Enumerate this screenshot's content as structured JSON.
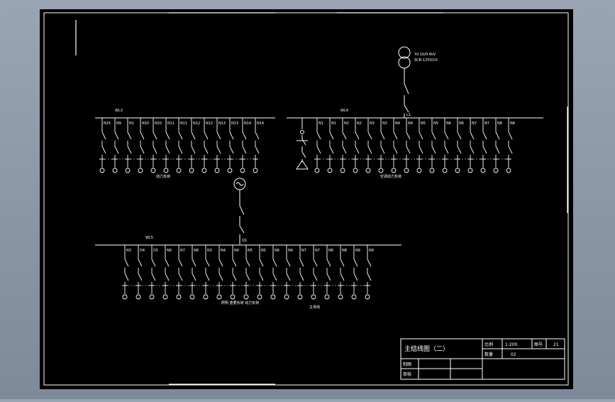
{
  "colors": {
    "viewport_bg": "#8a96a5",
    "sheet_bg": "#000000",
    "line": "#ffffff"
  },
  "transformer": {
    "spec_line1": "Yd 10/0.4kV",
    "spec_line2": "SCB-1250/10"
  },
  "top_left_bus": {
    "bus_label": "WL3",
    "feeders": [
      "N15",
      "N9",
      "N1",
      "N10",
      "N10",
      "N11",
      "N11",
      "N12",
      "N12",
      "N13",
      "N13",
      "N14",
      "N14"
    ],
    "section_label": "动力负荷"
  },
  "top_right_bus": {
    "bus_label": "WL4",
    "incoming_label": "L1",
    "feeders": [
      "N1",
      "N1",
      "N2",
      "N2",
      "N3",
      "N3",
      "N4",
      "N4",
      "N5",
      "N5",
      "N6",
      "N6",
      "N7",
      "N7",
      "N8",
      "N8"
    ],
    "section_label": "空调动力负荷"
  },
  "bottom_bus": {
    "bus_label": "WL5",
    "incoming_label": "Q1",
    "feeders": [
      "N3",
      "D4",
      "D5",
      "N6",
      "N7",
      "N8",
      "N3",
      "N4",
      "N4",
      "N5",
      "N5",
      "N6",
      "N6",
      "N7",
      "N7",
      "N8",
      "N8",
      "N9",
      "N9"
    ],
    "section_label": "照明 重要负荷 动力负荷",
    "section_label2": "主母线"
  },
  "title_block": {
    "drawing_title": "主结线图（二）",
    "label_scale": "比例",
    "value_scale": "1:200",
    "label_drawing_no": "图号",
    "value_drawing_no": "21",
    "label_quantity": "数量",
    "value_quantity": "02",
    "label_drawn": "制图",
    "label_checked": "审核"
  }
}
